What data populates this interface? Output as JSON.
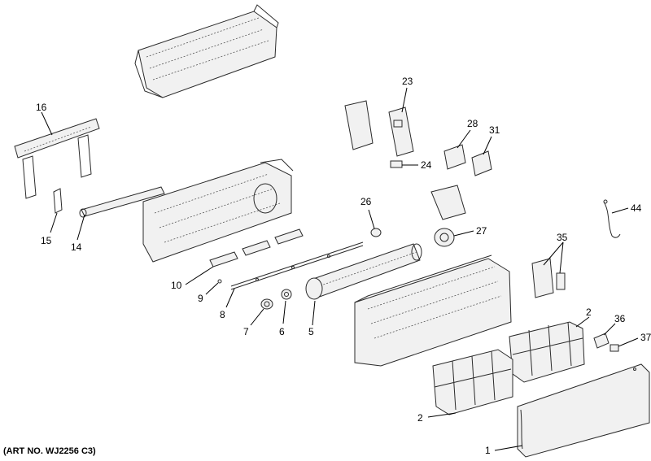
{
  "art_number": "(ART NO. WJ2256 C3)",
  "callouts": {
    "c1": "1",
    "c2a": "2",
    "c2b": "2",
    "c5": "5",
    "c6": "6",
    "c7": "7",
    "c8": "8",
    "c9": "9",
    "c10": "10",
    "c14": "14",
    "c15": "15",
    "c16": "16",
    "c23": "23",
    "c24": "24",
    "c26": "26",
    "c27": "27",
    "c28": "28",
    "c31": "31",
    "c35": "35",
    "c36": "36",
    "c37": "37",
    "c44": "44"
  }
}
